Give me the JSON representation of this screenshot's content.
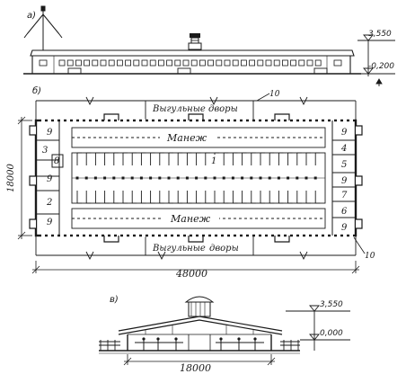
{
  "view_labels": {
    "a": "а)",
    "b": "б)",
    "c": "в)"
  },
  "elevation": {
    "top_mark": "3,550",
    "bottom_mark": "-0,200"
  },
  "plan": {
    "courtyard_top": "Выгульные  дворы",
    "courtyard_bottom_left": "Выгульные",
    "courtyard_bottom_right": "дворы",
    "manege_top": "Манеж",
    "manege_bottom": "Манеж",
    "callout_top": "10",
    "callout_bottom": "10",
    "width_dim": "48000",
    "depth_dim": "18000",
    "left_rooms": [
      "9",
      "3",
      "8",
      "9",
      "2",
      "9"
    ],
    "right_rooms": [
      "9",
      "4",
      "5",
      "9",
      "7",
      "6",
      "9"
    ],
    "stall_block": "1"
  },
  "section": {
    "top_mark": "3,550",
    "floor_mark": "0,000",
    "span_dim": "18000"
  }
}
